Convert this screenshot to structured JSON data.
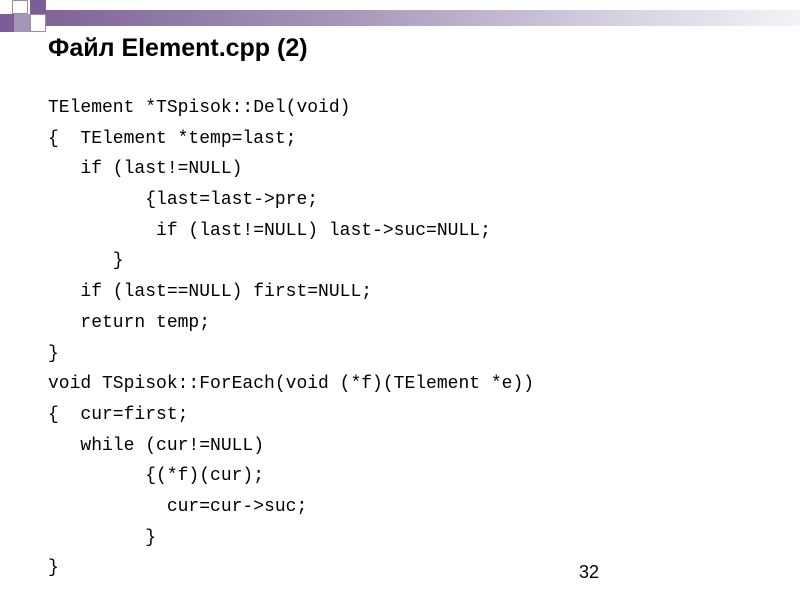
{
  "slide": {
    "title": "Файл Element.cpp (2)",
    "page_number": "32",
    "accent_color": "#7b5e98",
    "code_lines": [
      "TElement *TSpisok::Del(void)",
      "{  TElement *temp=last;",
      "   if (last!=NULL)",
      "         {last=last->pre;",
      "          if (last!=NULL) last->suc=NULL;",
      "      }",
      "   if (last==NULL) first=NULL;",
      "   return temp;",
      "}",
      "void TSpisok::ForEach(void (*f)(TElement *e))",
      "{  cur=first;",
      "   while (cur!=NULL)",
      "         {(*f)(cur);",
      "           cur=cur->suc;",
      "         }",
      "}"
    ]
  }
}
